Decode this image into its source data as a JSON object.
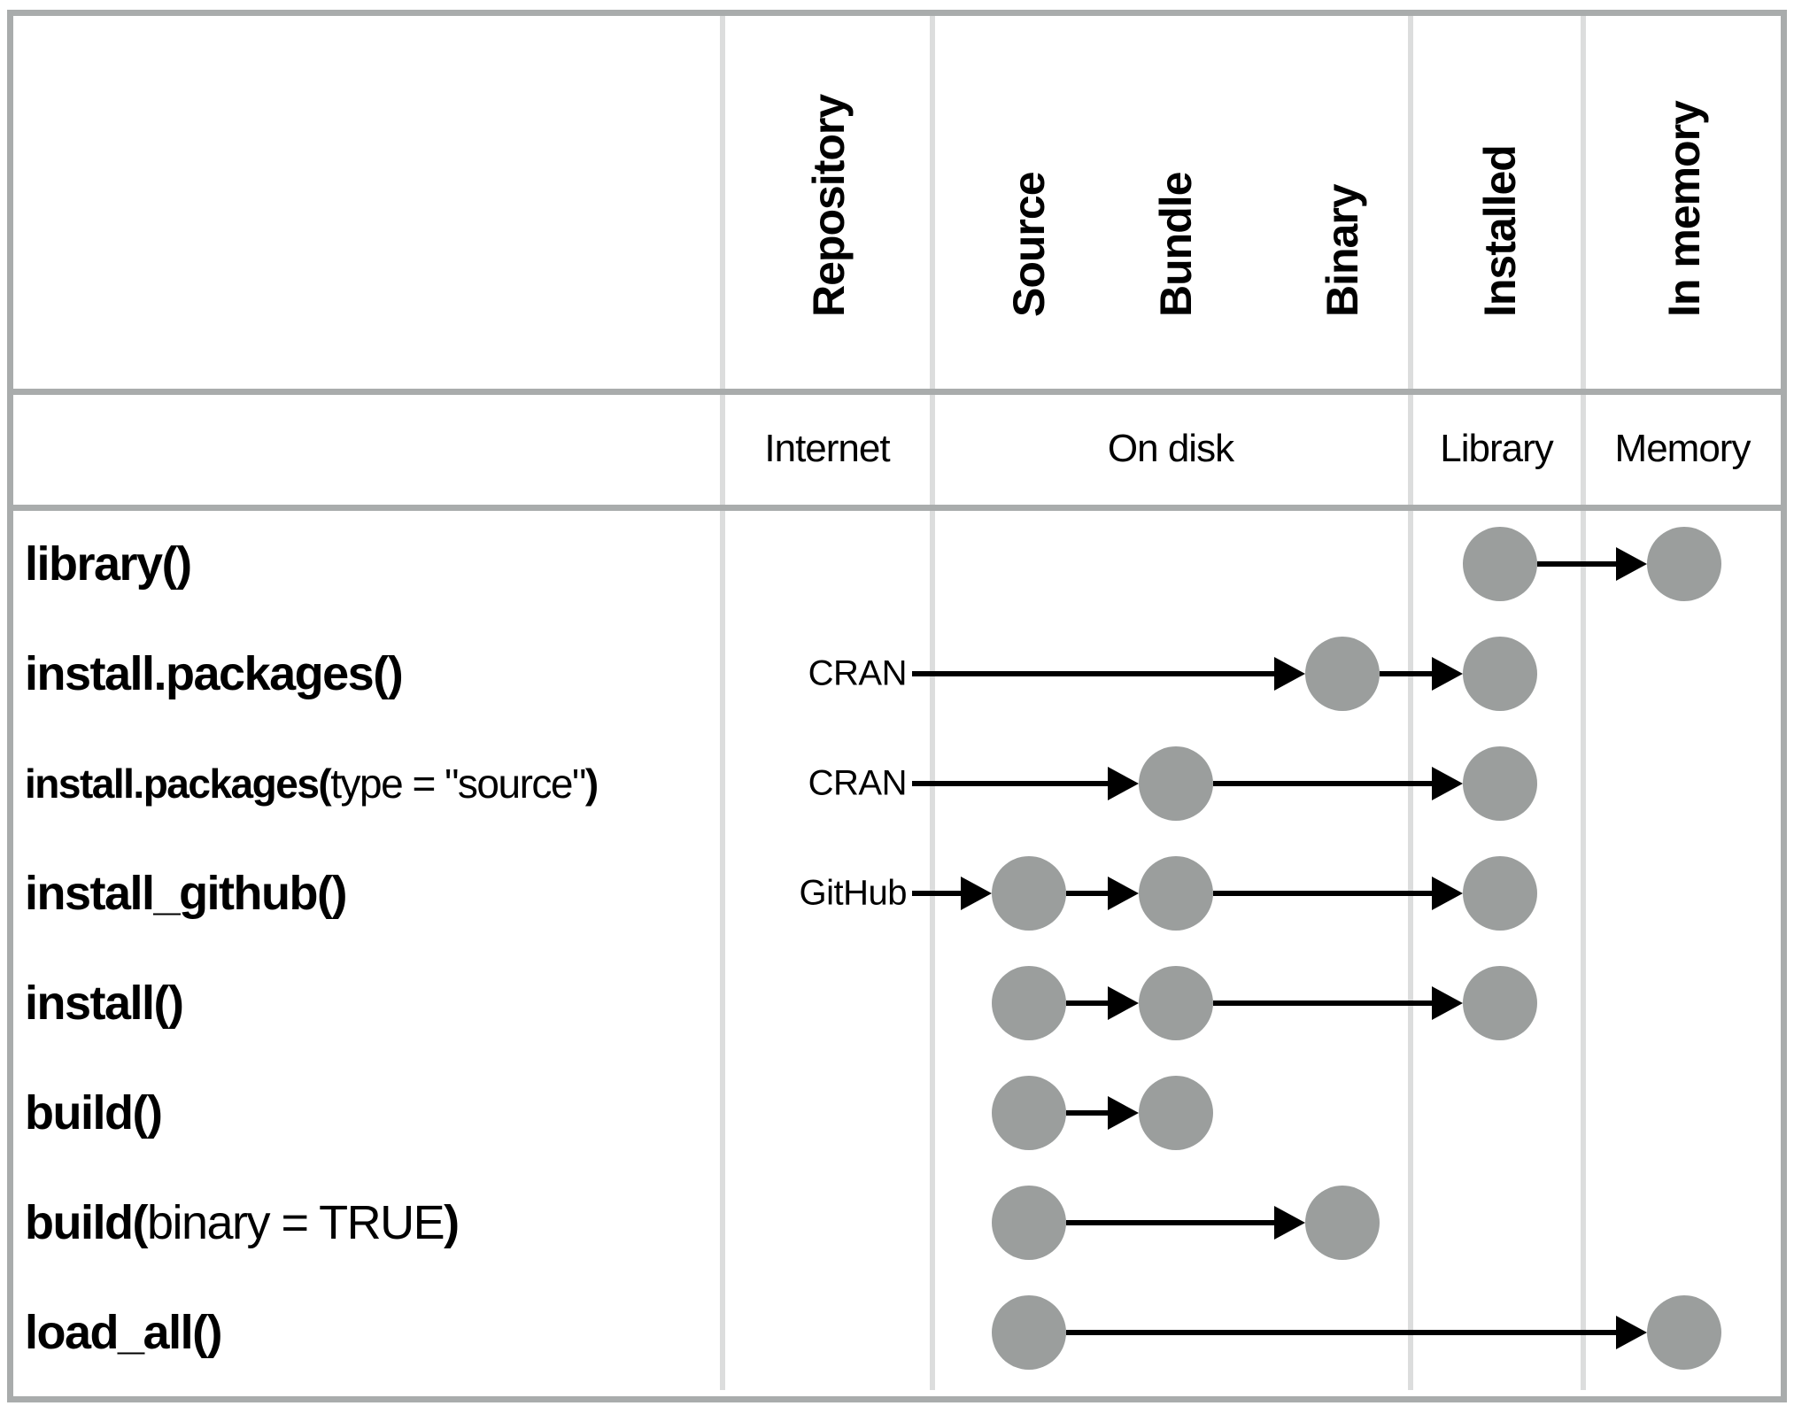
{
  "figure": {
    "description": "Diagram of R package states (Repository, Source, Bundle, Binary, Installed, In memory) and the functions that move packages between states"
  },
  "header": {
    "states": [
      "Repository",
      "Source",
      "Bundle",
      "Binary",
      "Installed",
      "In memory"
    ],
    "locations": [
      "Internet",
      "On disk",
      "Library",
      "Memory"
    ]
  },
  "rows": [
    {
      "name": "library",
      "label_parts": [
        {
          "text": "library()",
          "bold": true
        }
      ],
      "size": "large",
      "repo_label": "",
      "nodes": [
        "installed",
        "memory"
      ],
      "arrows": [
        {
          "from": "installed",
          "to": "memory"
        }
      ]
    },
    {
      "name": "install.packages",
      "label_parts": [
        {
          "text": "install.packages()",
          "bold": true
        }
      ],
      "size": "large",
      "repo_label": "CRAN",
      "nodes": [
        "binary",
        "installed"
      ],
      "arrows": [
        {
          "from": "repo",
          "to": "binary"
        },
        {
          "from": "binary",
          "to": "installed"
        }
      ]
    },
    {
      "name": "install.packages-type-source",
      "label_parts": [
        {
          "text": "install.packages(",
          "bold": true
        },
        {
          "text": "type = \"source\"",
          "bold": false
        },
        {
          "text": ")",
          "bold": true
        }
      ],
      "size": "small",
      "repo_label": "CRAN",
      "nodes": [
        "bundle",
        "installed"
      ],
      "arrows": [
        {
          "from": "repo",
          "to": "bundle"
        },
        {
          "from": "bundle",
          "to": "installed"
        }
      ]
    },
    {
      "name": "install_github",
      "label_parts": [
        {
          "text": "install_github()",
          "bold": true
        }
      ],
      "size": "large",
      "repo_label": "GitHub",
      "nodes": [
        "source",
        "bundle",
        "installed"
      ],
      "arrows": [
        {
          "from": "repo",
          "to": "source"
        },
        {
          "from": "source",
          "to": "bundle"
        },
        {
          "from": "bundle",
          "to": "installed"
        }
      ]
    },
    {
      "name": "install",
      "label_parts": [
        {
          "text": "install()",
          "bold": true
        }
      ],
      "size": "large",
      "repo_label": "",
      "nodes": [
        "source",
        "bundle",
        "installed"
      ],
      "arrows": [
        {
          "from": "source",
          "to": "bundle"
        },
        {
          "from": "bundle",
          "to": "installed"
        }
      ]
    },
    {
      "name": "build",
      "label_parts": [
        {
          "text": "build()",
          "bold": true
        }
      ],
      "size": "large",
      "repo_label": "",
      "nodes": [
        "source",
        "bundle"
      ],
      "arrows": [
        {
          "from": "source",
          "to": "bundle"
        }
      ]
    },
    {
      "name": "build-binary-true",
      "label_parts": [
        {
          "text": "build(",
          "bold": true
        },
        {
          "text": "binary = TRUE",
          "bold": false
        },
        {
          "text": ")",
          "bold": true
        }
      ],
      "size": "large",
      "repo_label": "",
      "nodes": [
        "source",
        "binary"
      ],
      "arrows": [
        {
          "from": "source",
          "to": "binary"
        }
      ]
    },
    {
      "name": "load_all",
      "label_parts": [
        {
          "text": "load_all()",
          "bold": true
        }
      ],
      "size": "large",
      "repo_label": "",
      "nodes": [
        "source",
        "memory"
      ],
      "arrows": [
        {
          "from": "source",
          "to": "memory"
        }
      ]
    }
  ],
  "colors": {
    "node_fill": "#9b9e9d",
    "arrow": "#000000",
    "outer_border": "#a9acac",
    "grid_line": "#dcdddd",
    "text": "#000000",
    "background": "#ffffff"
  }
}
